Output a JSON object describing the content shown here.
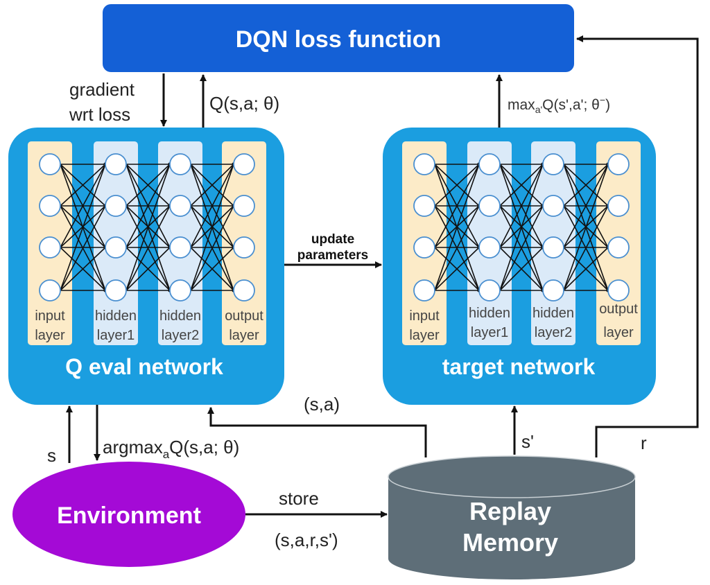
{
  "loss_box": {
    "title": "DQN loss function",
    "color": "#1460d6"
  },
  "q_eval": {
    "title": "Q eval network",
    "layers": [
      {
        "line1": "input",
        "line2": "layer"
      },
      {
        "line1": "hidden",
        "line2": "layer1"
      },
      {
        "line1": "hidden",
        "line2": "layer2"
      },
      {
        "line1": "output",
        "line2": "layer"
      }
    ]
  },
  "target": {
    "title": "target network",
    "layers": [
      {
        "line1": "input",
        "line2": "layer"
      },
      {
        "line1": "hidden",
        "line2": "layer1"
      },
      {
        "line1": "hidden",
        "line2": "layer2"
      },
      {
        "line1": "output",
        "line2": "layer"
      }
    ]
  },
  "environment": {
    "label": "Environment",
    "color": "#a40ad6"
  },
  "replay": {
    "line1": "Replay",
    "line2": "Memory",
    "color": "#5e6e78"
  },
  "labels": {
    "gradient_line1": "gradient",
    "gradient_line2": "wrt loss",
    "q_value": "Q(s,a; θ)",
    "max_pre": "max",
    "max_sub": "a'",
    "max_post": "Q(s',a'; θ",
    "max_sup": "−",
    "max_close": ")",
    "update_line1": "update",
    "update_line2": "parameters",
    "s": "s",
    "argmax_pre": "argmax",
    "argmax_sub": "a",
    "argmax_post": "Q(s,a; θ)",
    "sa": "(s,a)",
    "s_prime": "s'",
    "r": "r",
    "store": "store",
    "sars": "(s,a,r,s')"
  },
  "colors": {
    "network_panel": "#1b9ee0",
    "input_output_layer": "#fcebc8",
    "hidden_layer": "#dbeaf8",
    "arrow": "#111111"
  }
}
